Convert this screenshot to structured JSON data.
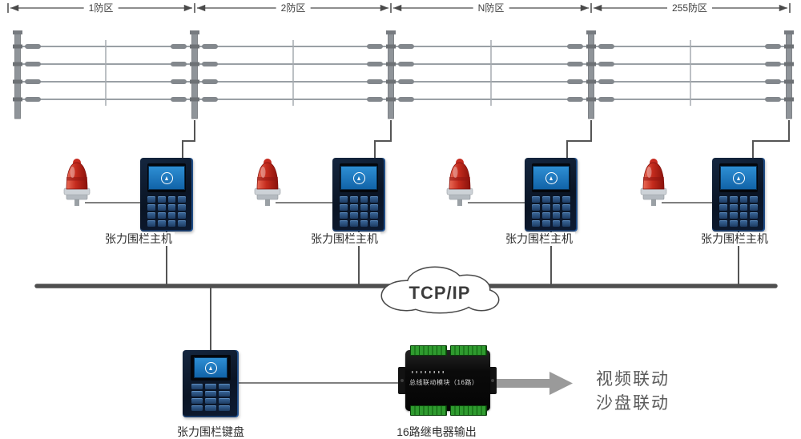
{
  "zones": [
    {
      "label": "1防区"
    },
    {
      "label": "2防区"
    },
    {
      "label": "N防区"
    },
    {
      "label": "255防区"
    }
  ],
  "hosts": [
    {
      "label": "张力围栏主机"
    },
    {
      "label": "张力围栏主机"
    },
    {
      "label": "张力围栏主机"
    },
    {
      "label": "张力围栏主机"
    }
  ],
  "network": {
    "label": "TCP/IP"
  },
  "keypad": {
    "label": "张力围栏键盘"
  },
  "relay": {
    "label": "16路继电器输出",
    "device_text": "总线联动模块（16路）"
  },
  "linkage": {
    "line1": "视频联动",
    "line2": "沙盘联动"
  },
  "colors": {
    "alarm_red": "#c42b1d",
    "device_body": "#0b1626",
    "screen_blue": "#2385cc",
    "bus": "#4f4f4f",
    "cloud_outline": "#4a4a4a",
    "terminal_green": "#2f9b2f",
    "arrow": "#9a9a9a",
    "wire_gray": "#9aa0a5",
    "line_dark": "#555555"
  }
}
